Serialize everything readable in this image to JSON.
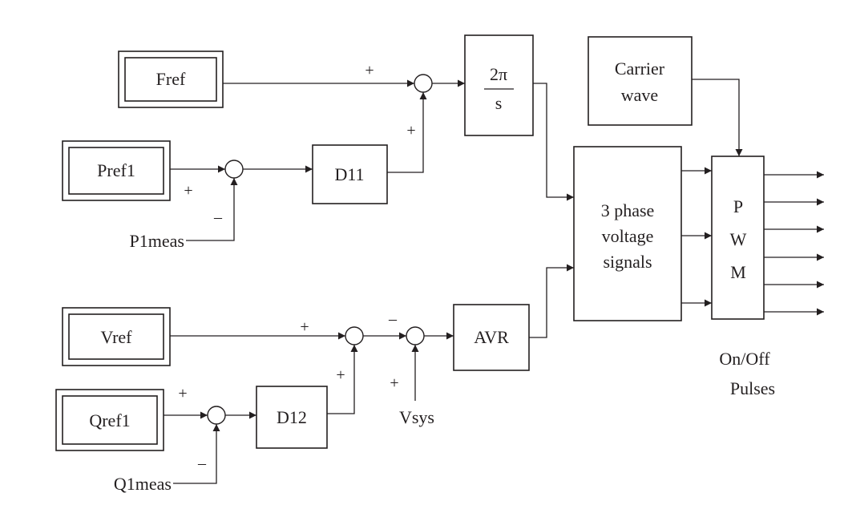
{
  "blocks": {
    "fref": "Fref",
    "pref1": "Pref1",
    "vref": "Vref",
    "qref1": "Qref1",
    "d11": "D11",
    "d12": "D12",
    "avr": "AVR",
    "integrator_num": "2π",
    "integrator_den": "s",
    "carrier_line1": "Carrier",
    "carrier_line2": "wave",
    "phase_line1": "3 phase",
    "phase_line2": "voltage",
    "phase_line3": "signals",
    "pwm_p": "P",
    "pwm_w": "W",
    "pwm_m": "M"
  },
  "signals": {
    "p1meas": "P1meas",
    "q1meas": "Q1meas",
    "vsys": "Vsys",
    "output_line1": "On/Off",
    "output_line2": "Pulses"
  },
  "signs": {
    "plus": "+",
    "minus": "–"
  }
}
